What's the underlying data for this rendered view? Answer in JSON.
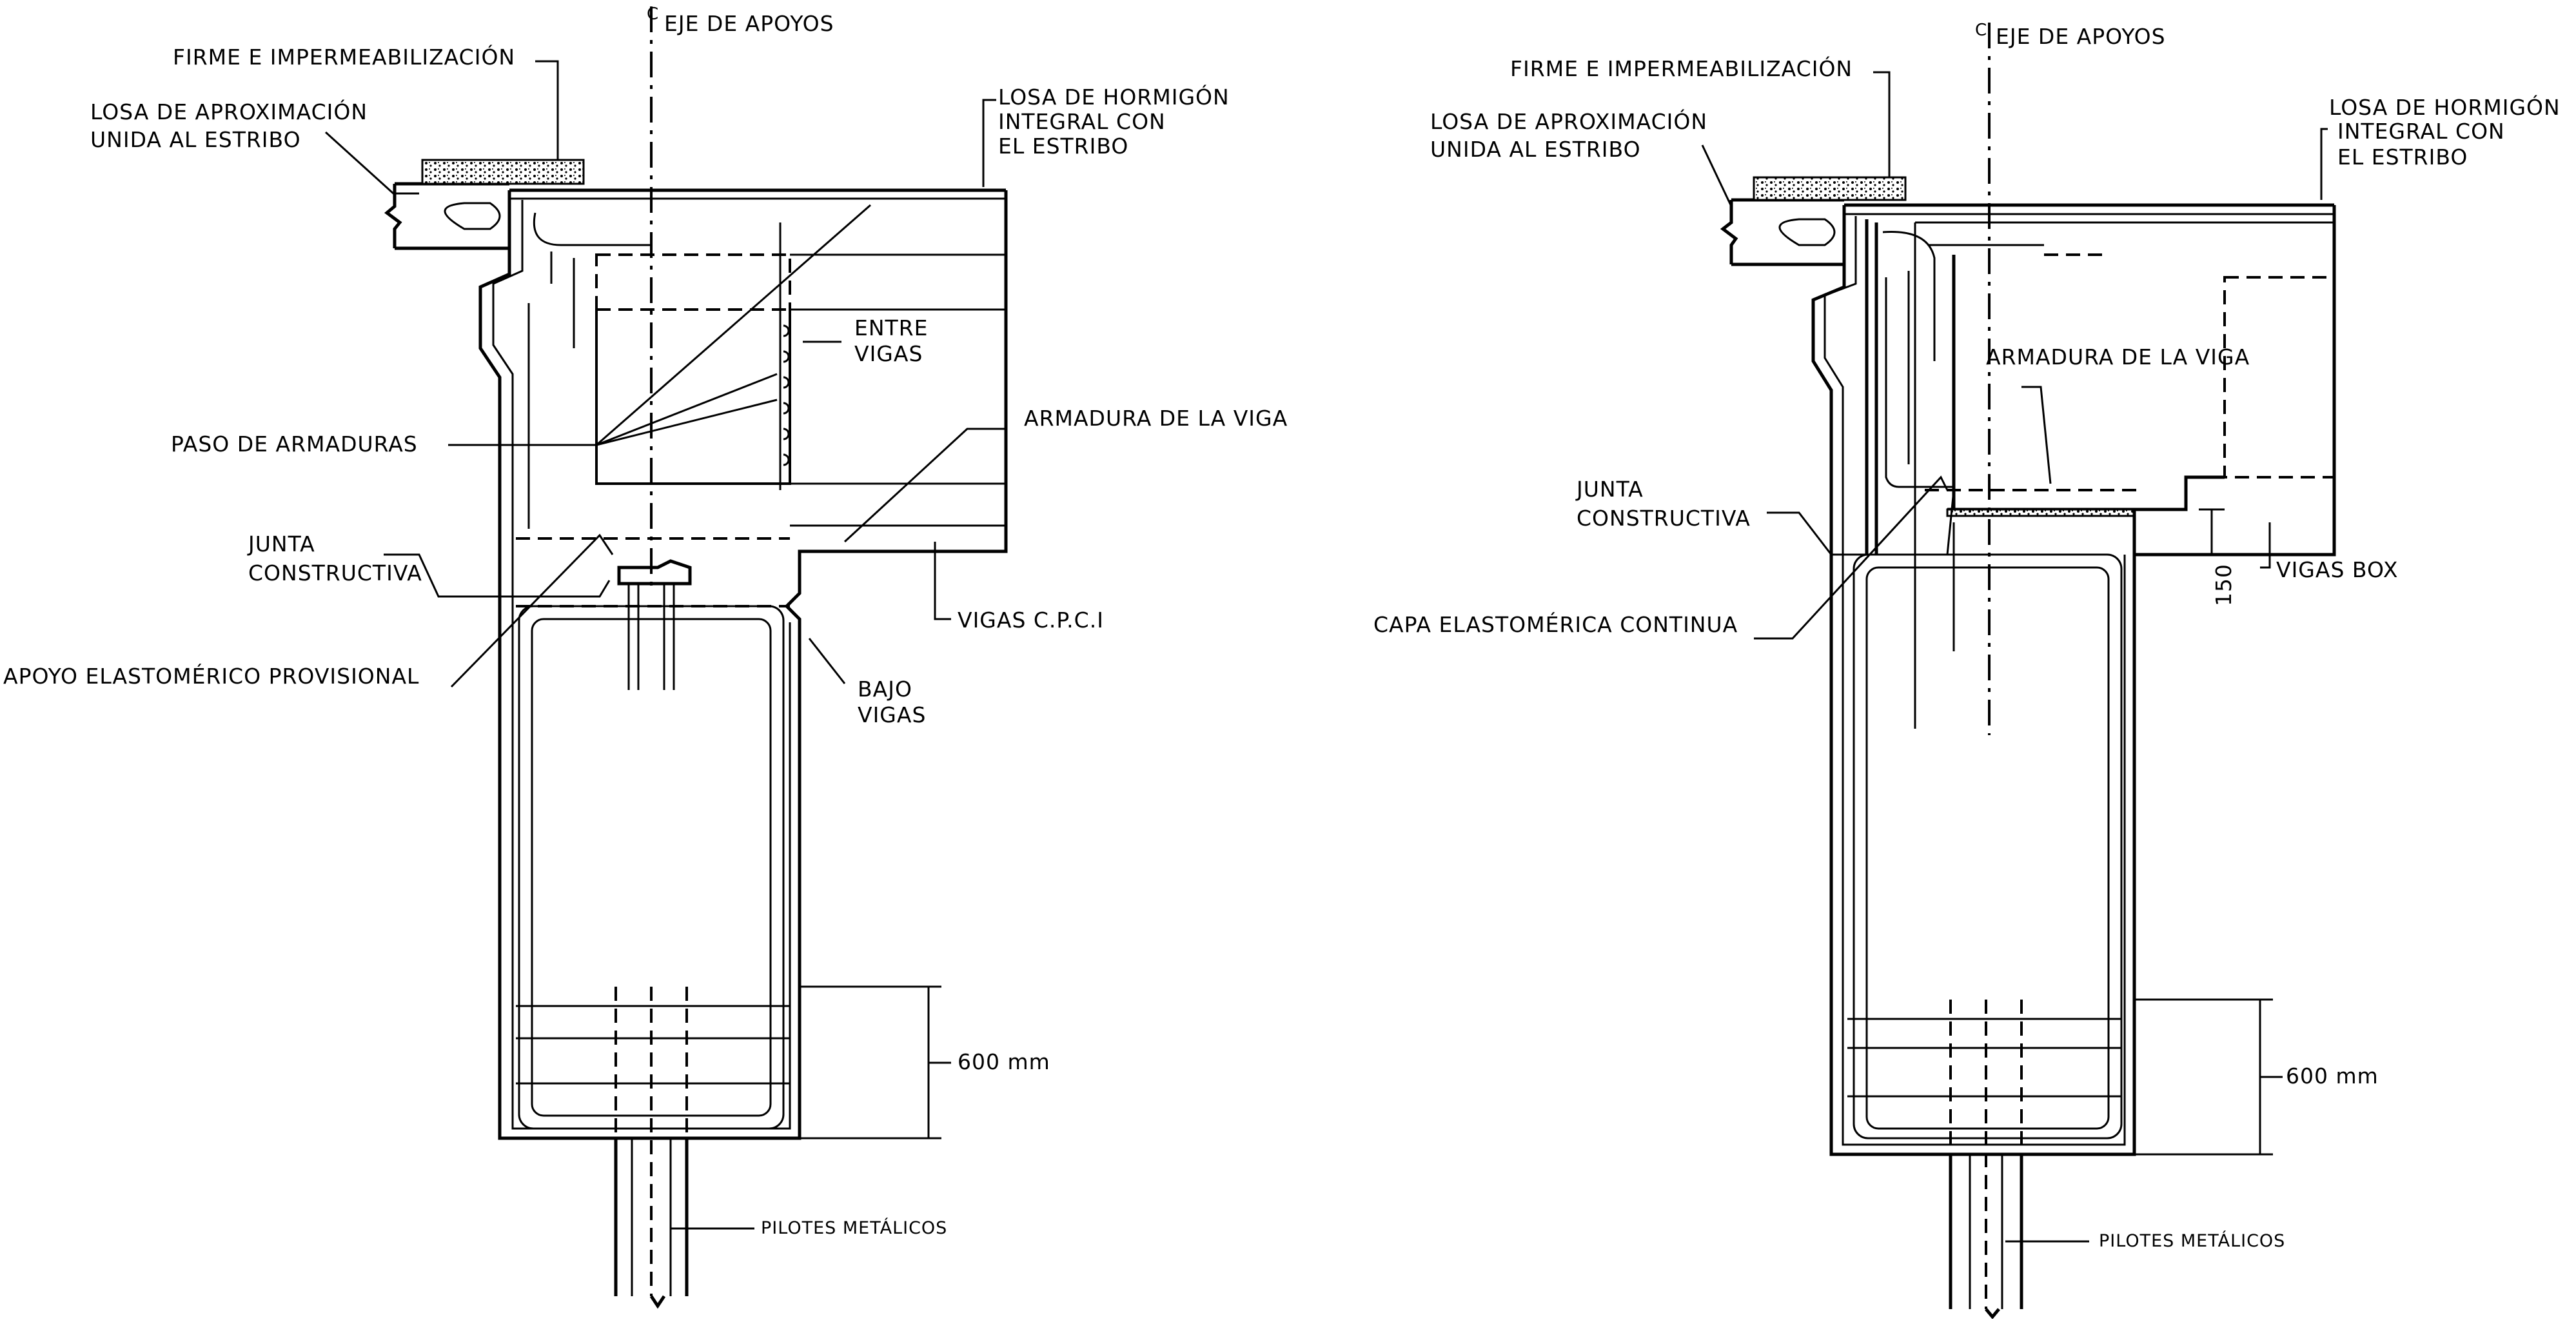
{
  "left_detail": {
    "eje": "EJE DE APOYOS",
    "firme": "FIRME E IMPERMEABILIZACIÓN",
    "losa_aprox_1": "LOSA DE APROXIMACIÓN",
    "losa_aprox_2": "UNIDA AL ESTRIBO",
    "losa_horm_1": "LOSA DE HORMIGÓN",
    "losa_horm_2": "INTEGRAL CON",
    "losa_horm_3": "EL ESTRIBO",
    "entre_1": "ENTRE",
    "entre_2": "VIGAS",
    "paso": "PASO DE ARMADURAS",
    "armadura": "ARMADURA DE LA VIGA",
    "junta_1": "JUNTA",
    "junta_2": "CONSTRUCTIVA",
    "vigas": "VIGAS C.P.C.I",
    "apoyo": "APOYO ELASTOMÉRICO PROVISIONAL",
    "bajo_1": "BAJO",
    "bajo_2": "VIGAS",
    "dim": "600 mm",
    "pilotes": "PILOTES METÁLICOS"
  },
  "right_detail": {
    "eje": "EJE DE APOYOS",
    "firme": "FIRME E IMPERMEABILIZACIÓN",
    "losa_aprox_1": "LOSA DE APROXIMACIÓN",
    "losa_aprox_2": "UNIDA AL ESTRIBO",
    "losa_horm_1": "LOSA DE HORMIGÓN",
    "losa_horm_2": "INTEGRAL CON",
    "losa_horm_3": "EL ESTRIBO",
    "armadura": "ARMADURA DE LA VIGA",
    "junta_1": "JUNTA",
    "junta_2": "CONSTRUCTIVA",
    "dim150": "150",
    "vigas": "VIGAS BOX",
    "capa": "CAPA ELASTOMÉRICA CONTINUA",
    "dim": "600 mm",
    "pilotes": "PILOTES METÁLICOS"
  }
}
